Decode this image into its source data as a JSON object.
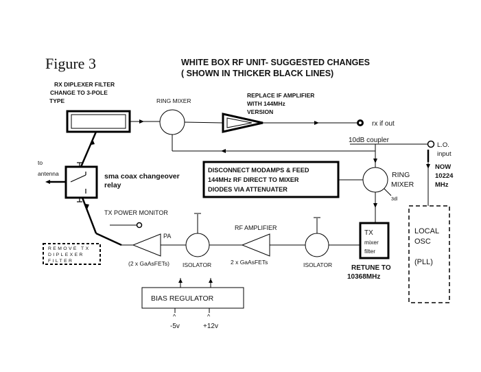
{
  "figure_label": "Figure 3",
  "title_line1": "WHITE BOX RF UNIT- SUGGESTED CHANGES",
  "title_line2": "( SHOWN IN THICKER BLACK LINES)",
  "rx_filter_note": [
    "RX DIPLEXER FILTER",
    "CHANGE TO 3-POLE",
    "TYPE"
  ],
  "ring_mixer_top": "RING MIXER",
  "if_amp_note": [
    "REPLACE IF AMPLIFIER",
    "WITH 144MHz",
    "VERSION"
  ],
  "rx_if_out": "rx if out",
  "coupler": "10dB coupler",
  "lo_input": [
    "L.O.",
    "input"
  ],
  "now_freq": [
    "NOW",
    "10224",
    "MHz"
  ],
  "antenna": [
    "to",
    "antenna"
  ],
  "relay_note": [
    "sma coax changeover",
    "relay"
  ],
  "disconnect_note": [
    "DISCONNECT MODAMPS  & FEED",
    "144MHz RF DIRECT TO MIXER",
    "DIODES VIA ATTENUATER"
  ],
  "ring_mixer_right": [
    "RING",
    "MIXER"
  ],
  "mixer_small_label": "3dl",
  "tx_power_monitor": "TX POWER MONITOR",
  "remove_tx": [
    "REMOVE TX",
    "DIPLEXER",
    "FILTER"
  ],
  "pa": "PA",
  "rf_amplifier": "RF AMPLIFIER",
  "tx_filter": [
    "TX",
    "mixer",
    "filter"
  ],
  "local_osc": [
    "LOCAL",
    "OSC",
    "(PLL)"
  ],
  "pa_devices": "(2 x GaAsFETs)",
  "isolator_left": "ISOLATOR",
  "rf_devices": "2 x GaAsFETs",
  "isolator_right": "ISOLATOR",
  "retune": [
    "RETUNE TO",
    "10368MHz"
  ],
  "bias_regulator": "BIAS REGULATOR",
  "supply_neg": "-5v",
  "supply_pos": "+12v",
  "caret": "^"
}
